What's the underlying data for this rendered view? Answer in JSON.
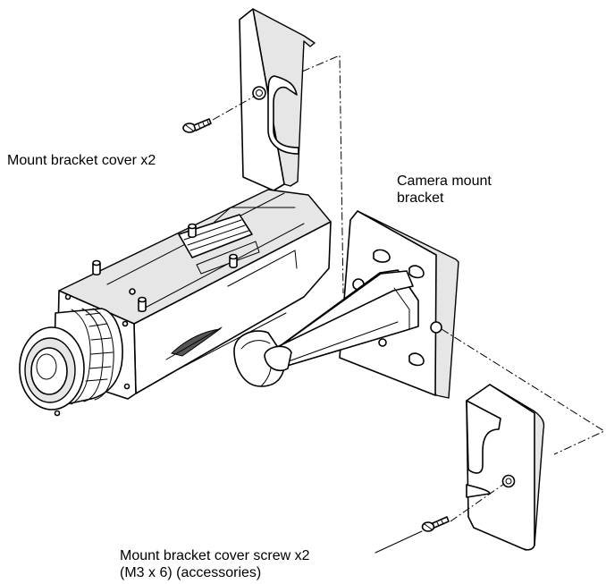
{
  "labels": {
    "cover": "Mount bracket cover x2",
    "bracket_line1": "Camera mount",
    "bracket_line2": "bracket",
    "screw_line1": "Mount bracket cover screw x2",
    "screw_line2": "(M3 x 6) (accessories)"
  }
}
